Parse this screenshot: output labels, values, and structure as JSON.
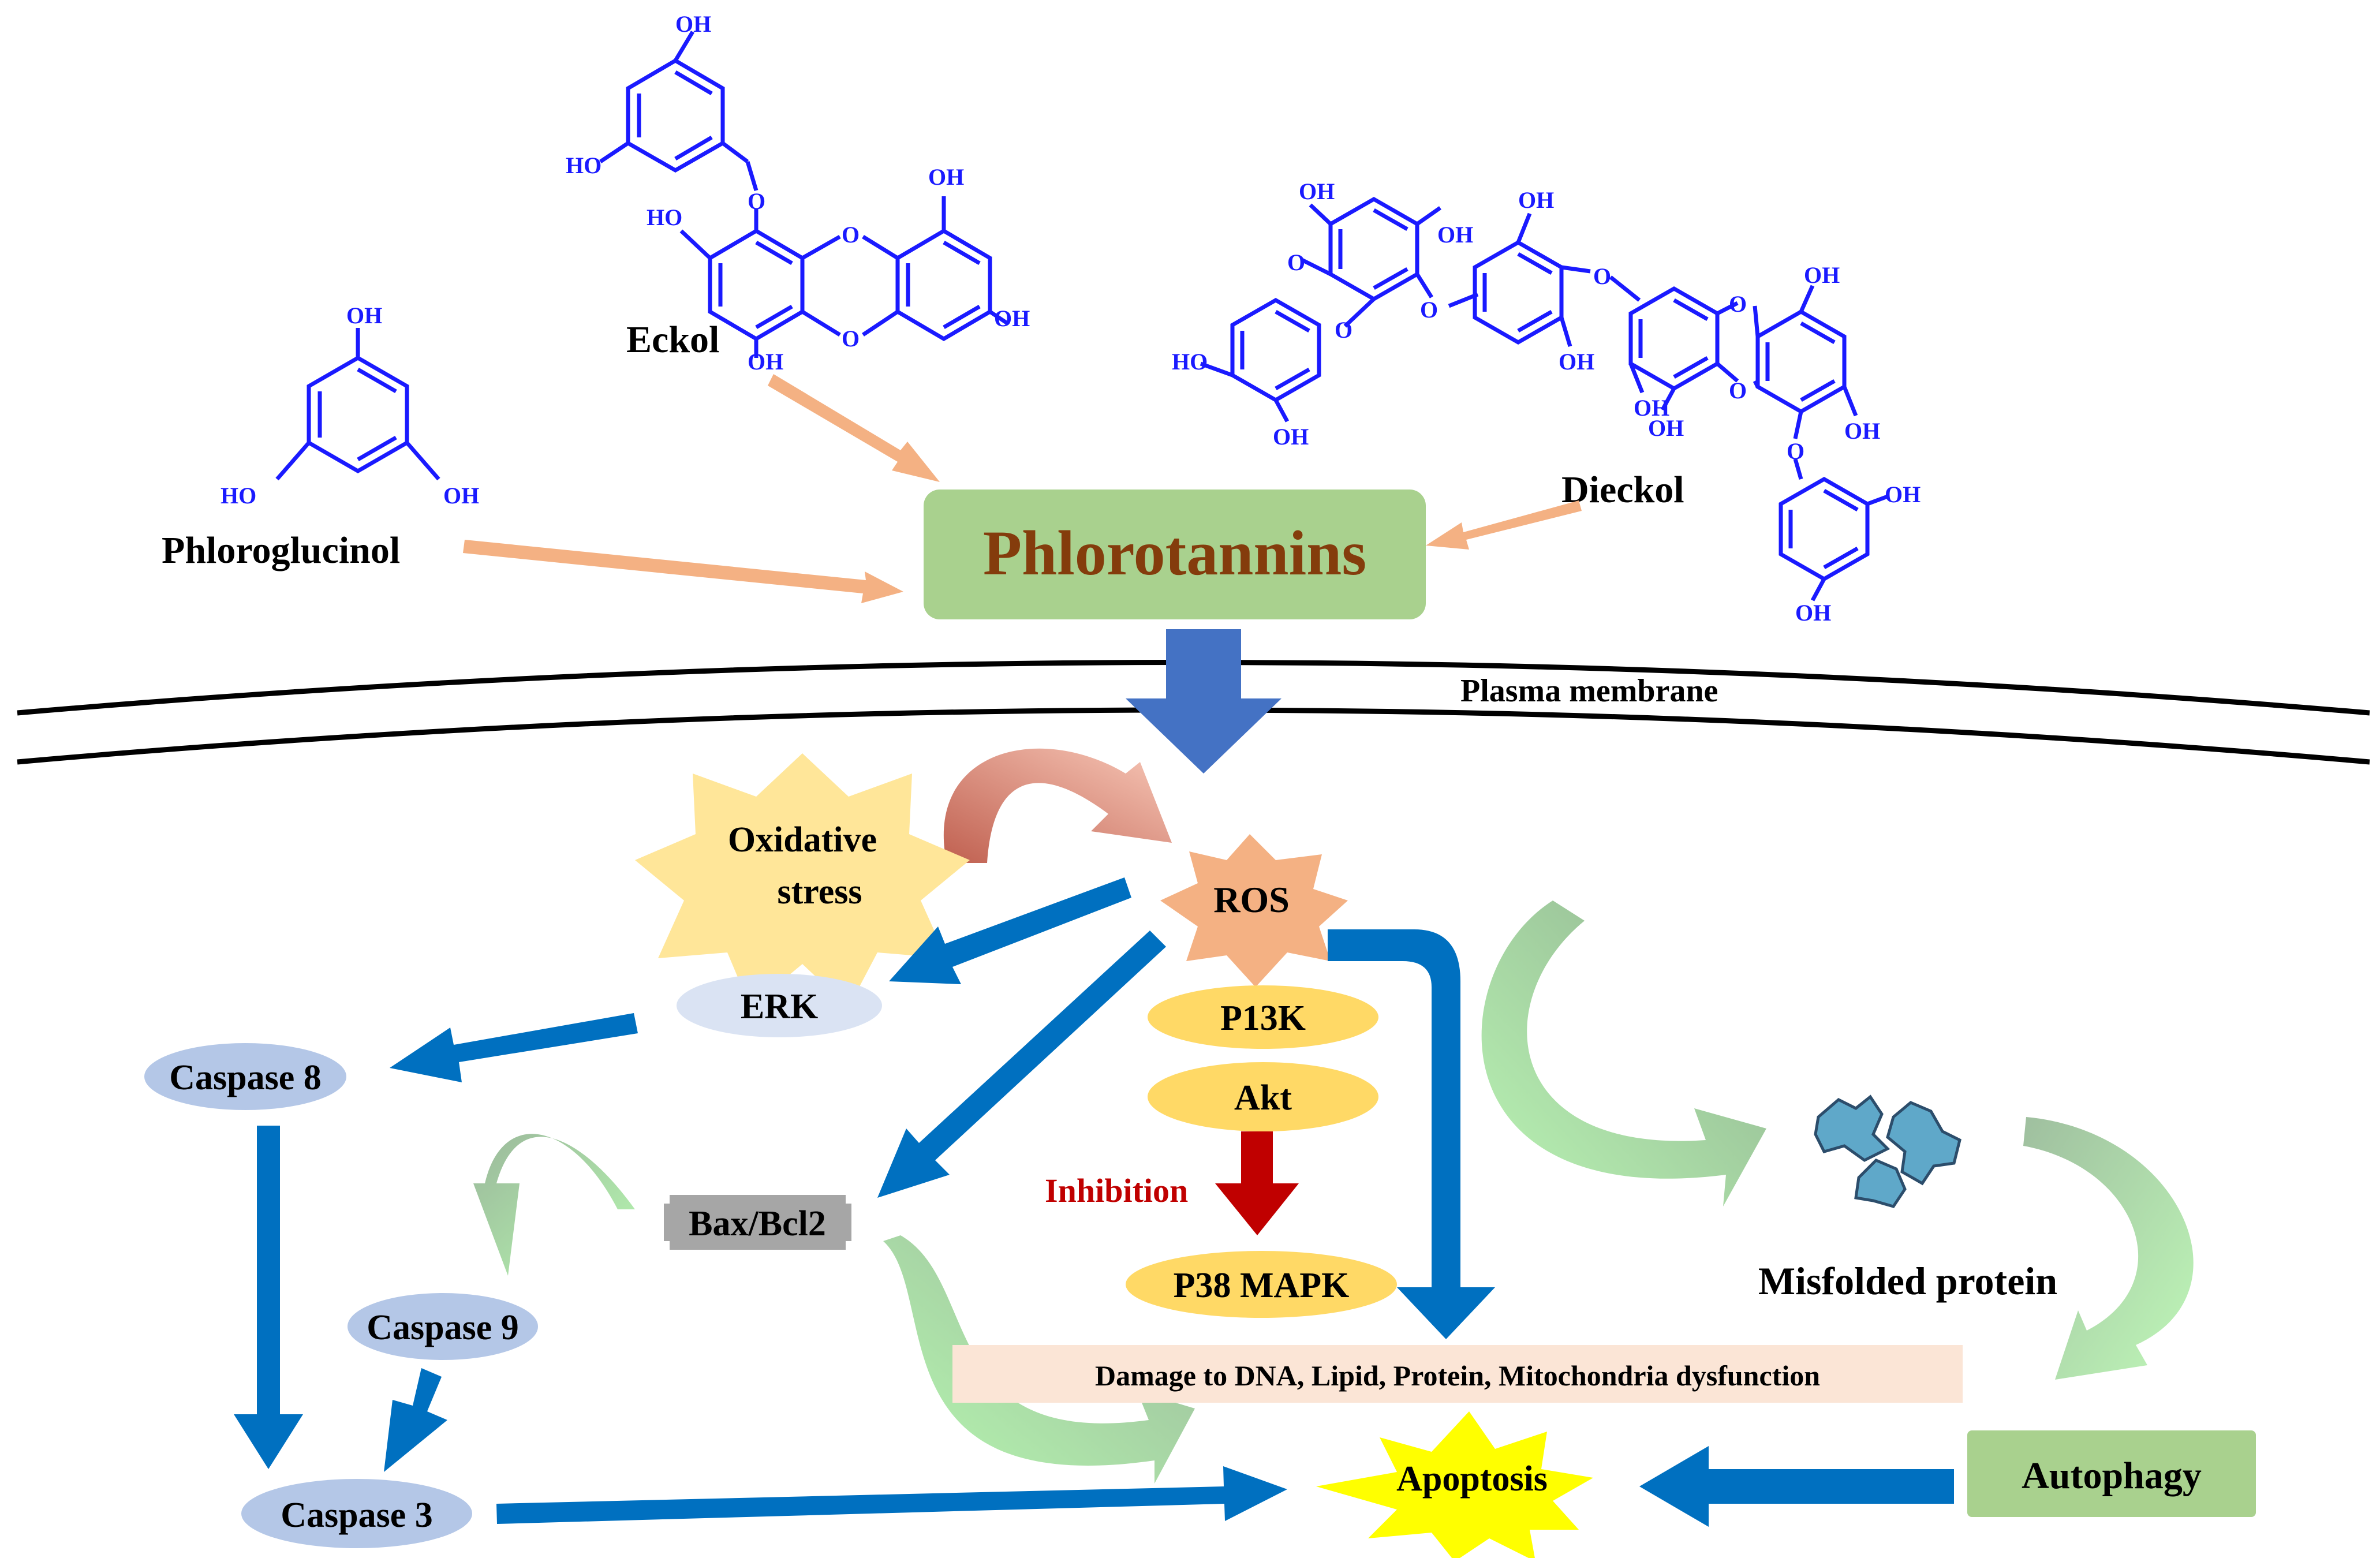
{
  "compounds": {
    "phloroglucinol": "Phloroglucinol",
    "eckol": "Eckol",
    "dieckol": "Dieckol",
    "hydroxyl": "OH",
    "hydroxyl_left": "HO",
    "ether_o": "O"
  },
  "main": {
    "phlorotannins": "Phlorotannins",
    "membrane": "Plasma membrane"
  },
  "nodes": {
    "oxidative_stress_line1": "Oxidative",
    "oxidative_stress_line2": "stress",
    "ros": "ROS",
    "erk": "ERK",
    "caspase8": "Caspase 8",
    "caspase9": "Caspase 9",
    "caspase3": "Caspase 3",
    "bax_bcl2": "Bax/Bcl2",
    "p13k": "P13K",
    "akt": "Akt",
    "inhibition": "Inhibition",
    "p38_mapk": "P38 MAPK",
    "misfolded_protein": "Misfolded protein",
    "damage": "Damage to DNA, Lipid,  Protein, Mitochondria dysfunction",
    "apoptosis": "Apoptosis",
    "autophagy": "Autophagy"
  },
  "colors": {
    "molecule": "#1a1aff",
    "phlorotannins_box": "#a9d18e",
    "phlorotannins_text": "#843c0c",
    "orange_arrow": "#f4b183",
    "blue_arrow": "#0070c0",
    "membrane_arrow": "#4472c4",
    "oxidative_star": "#ffe699",
    "ros_star": "#f4b183",
    "erk_ellipse": "#dae3f3",
    "caspase_ellipse": "#b4c7e7",
    "bax_box": "#a6a6a6",
    "p13k_akt_ellipse": "#ffd966",
    "inhibition_text": "#c00000",
    "inhibition_arrow": "#c00000",
    "damage_box": "#fbe5d6",
    "apoptosis_star": "#ffff00",
    "autophagy_box": "#a9d18e",
    "protein": "#5fa8c9"
  }
}
